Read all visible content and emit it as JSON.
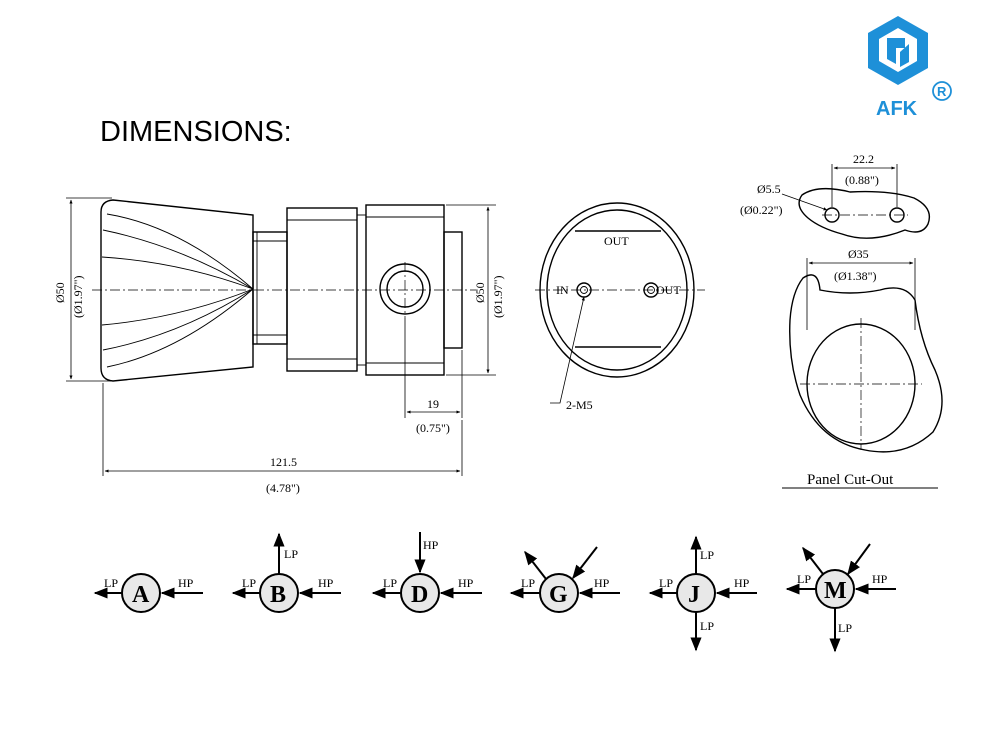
{
  "logo": {
    "brand": "AFK",
    "registered_mark": "R",
    "color": "#1e90d8"
  },
  "title": "DIMENSIONS:",
  "side_view": {
    "left_diameter": "Ø50",
    "left_diameter_in": "(Ø1.97\")",
    "right_diameter": "Ø50",
    "right_diameter_in": "(Ø1.97\")",
    "port_offset": "19",
    "port_offset_in": "(0.75\")",
    "overall_length": "121.5",
    "overall_length_in": "(4.78\")"
  },
  "end_view": {
    "out_top_label": "OUT",
    "in_label": "IN",
    "out_label": "OUT",
    "thread_label": "2-M5"
  },
  "panel": {
    "hole_spacing": "22.2",
    "hole_spacing_in": "(0.88\")",
    "hole_diameter": "Ø5.5",
    "hole_diameter_in": "(Ø0.22\")",
    "cutout_diameter": "Ø35",
    "cutout_diameter_in": "(Ø1.38\")",
    "caption": "Panel Cut-Out"
  },
  "configs": [
    {
      "letter": "A",
      "labels": {
        "left": "LP",
        "right": "HP"
      }
    },
    {
      "letter": "B",
      "labels": {
        "left": "LP",
        "right": "HP",
        "up": "LP"
      }
    },
    {
      "letter": "D",
      "labels": {
        "left": "LP",
        "right": "HP",
        "down_in": "HP"
      }
    },
    {
      "letter": "G",
      "labels": {
        "left": "LP",
        "right": "HP"
      }
    },
    {
      "letter": "J",
      "labels": {
        "left": "LP",
        "right": "HP",
        "up": "LP",
        "down": "LP"
      }
    },
    {
      "letter": "M",
      "labels": {
        "left": "LP",
        "right": "HP",
        "down": "LP"
      }
    }
  ]
}
